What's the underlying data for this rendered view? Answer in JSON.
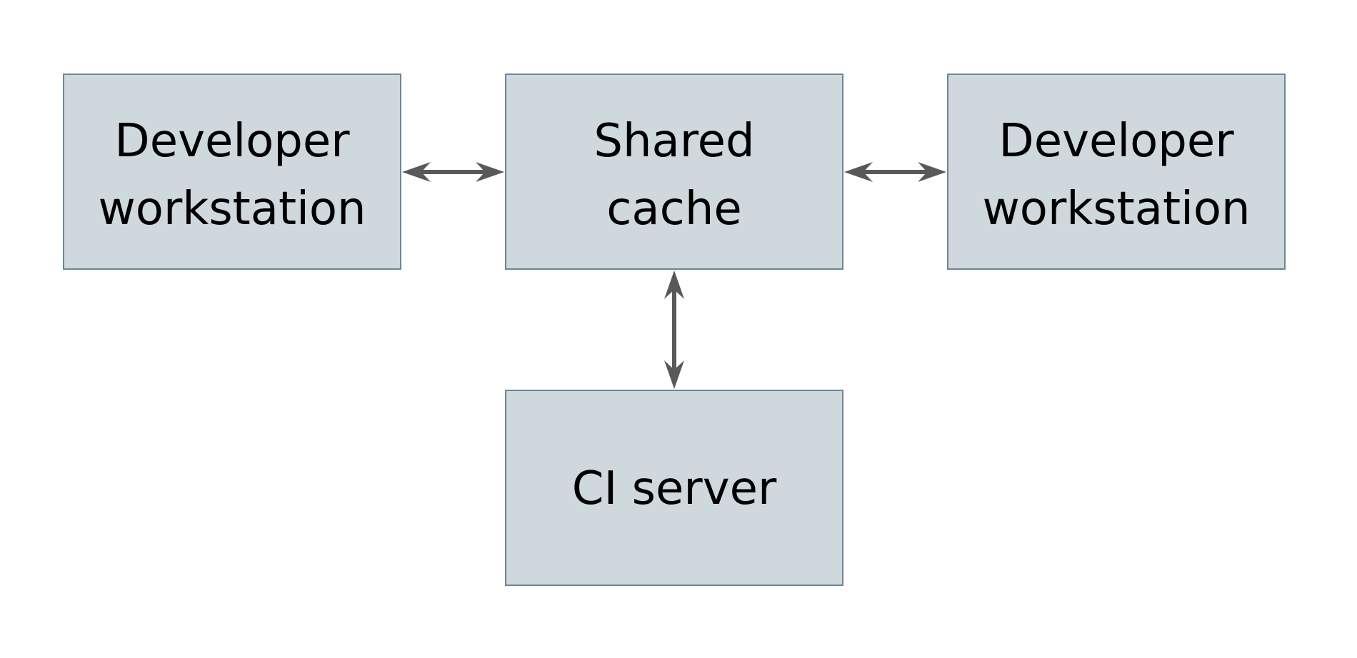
{
  "nodes": {
    "dev_left": {
      "line1": "Developer",
      "line2": "workstation"
    },
    "cache": {
      "line1": "Shared",
      "line2": "cache"
    },
    "dev_right": {
      "line1": "Developer",
      "line2": "workstation"
    },
    "ci": {
      "line1": "CI server"
    }
  },
  "edges": [
    {
      "from": "Developer workstation",
      "to": "Shared cache",
      "direction": "bidirectional"
    },
    {
      "from": "Shared cache",
      "to": "Developer workstation",
      "direction": "bidirectional"
    },
    {
      "from": "Shared cache",
      "to": "CI server",
      "direction": "bidirectional"
    }
  ],
  "colors": {
    "box_fill": "#cfd8dc",
    "box_border": "#6b8796",
    "arrow": "#595959"
  }
}
